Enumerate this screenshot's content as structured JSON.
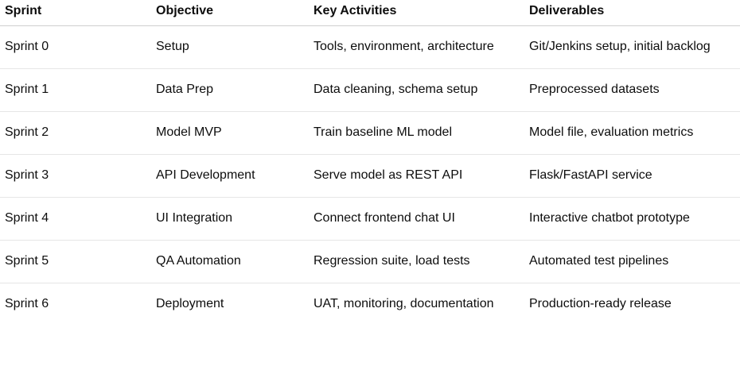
{
  "table": {
    "headers": [
      "Sprint",
      "Objective",
      "Key Activities",
      "Deliverables"
    ],
    "rows": [
      [
        "Sprint 0",
        "Setup",
        "Tools, environment, architecture",
        "Git/Jenkins setup, initial backlog"
      ],
      [
        "Sprint 1",
        "Data Prep",
        "Data cleaning, schema setup",
        "Preprocessed datasets"
      ],
      [
        "Sprint 2",
        "Model MVP",
        "Train baseline ML model",
        "Model file, evaluation metrics"
      ],
      [
        "Sprint 3",
        "API Development",
        "Serve model as REST API",
        "Flask/FastAPI service"
      ],
      [
        "Sprint 4",
        "UI Integration",
        "Connect frontend chat UI",
        "Interactive chatbot prototype"
      ],
      [
        "Sprint 5",
        "QA Automation",
        "Regression suite, load tests",
        "Automated test pipelines"
      ],
      [
        "Sprint 6",
        "Deployment",
        "UAT, monitoring, documentation",
        "Production-ready release"
      ]
    ]
  }
}
